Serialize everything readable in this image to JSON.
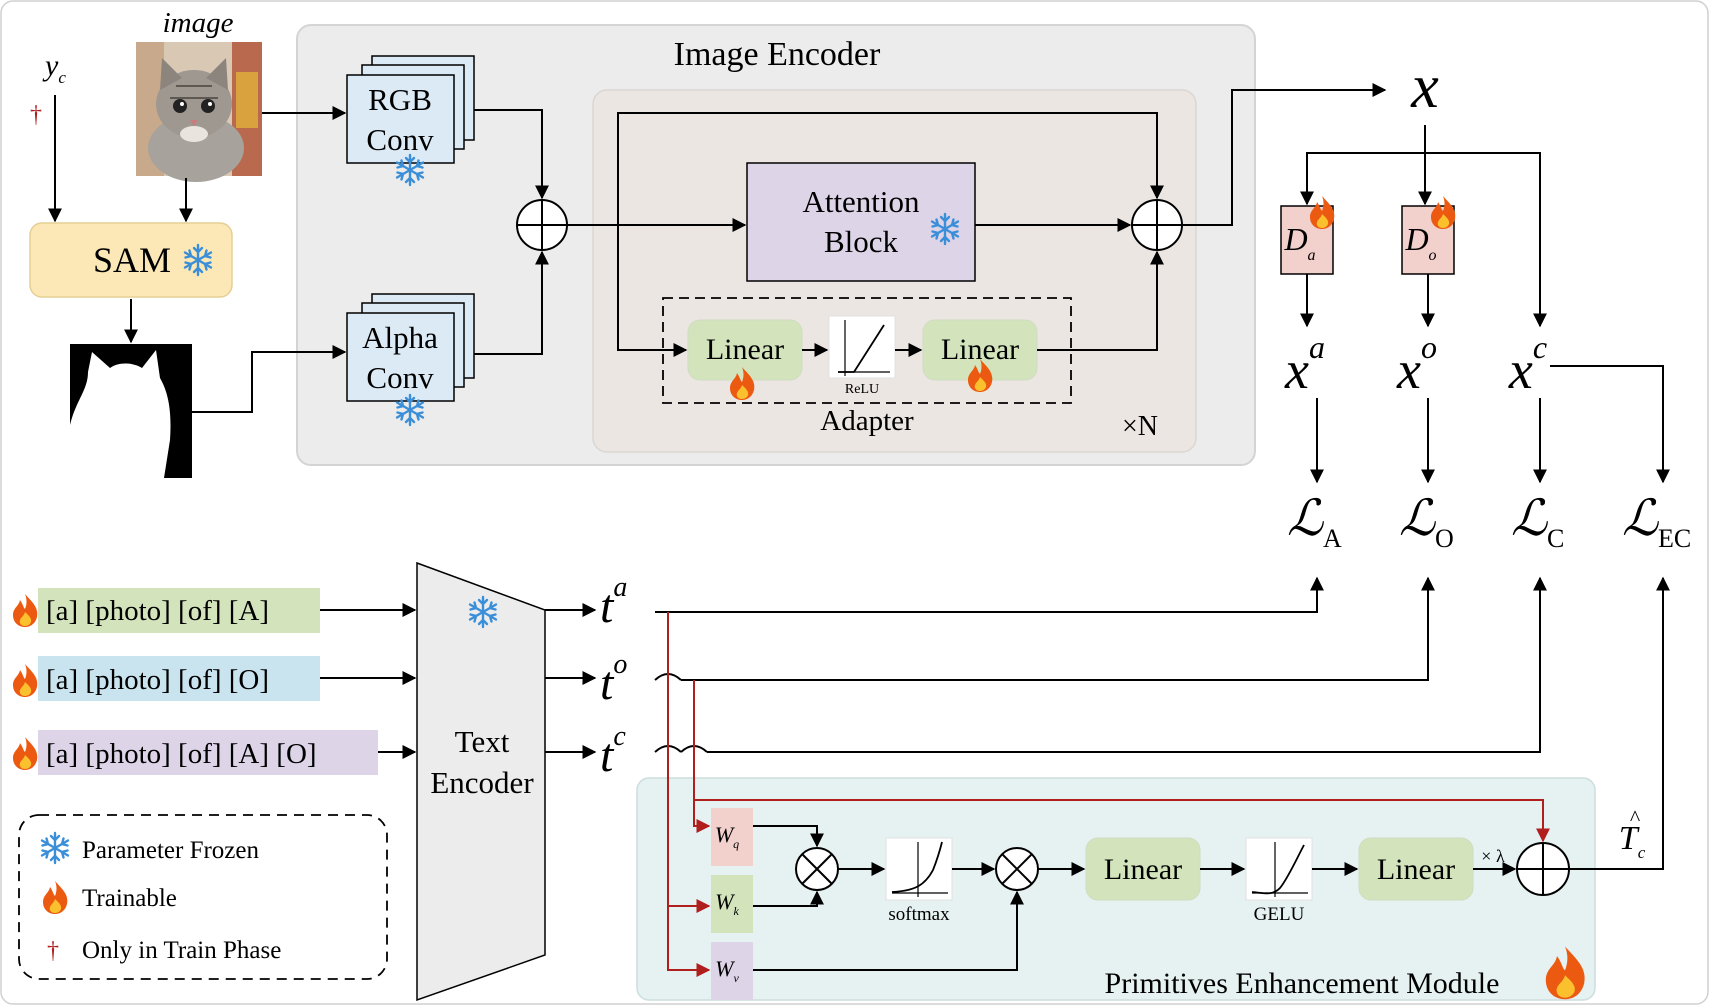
{
  "image_encoder": {
    "title": "Image Encoder",
    "rgb_conv": [
      "RGB",
      "Conv"
    ],
    "alpha_conv": [
      "Alpha",
      "Conv"
    ],
    "attention_block": [
      "Attention",
      "Block"
    ],
    "adapter_label": "Adapter",
    "linear_1": "Linear",
    "linear_2": "Linear",
    "relu_label": "ReLU",
    "repeat_label": "×N"
  },
  "inputs": {
    "y_c": "y",
    "y_c_sub": "c",
    "image_label": "image",
    "sam_label": "SAM",
    "dagger": "†"
  },
  "outputs": {
    "x": "x",
    "d_a": "D",
    "d_a_sub": "a",
    "d_o": "D",
    "d_o_sub": "o",
    "x_a": "x",
    "x_a_sup": "a",
    "x_o": "x",
    "x_o_sup": "o",
    "x_c": "x",
    "x_c_sup": "c"
  },
  "losses": {
    "l_a": "A",
    "l_o": "O",
    "l_c": "C",
    "l_ec": "EC",
    "symbol": "ℒ"
  },
  "prompts": {
    "attr": "[a] [photo] [of] [A]",
    "obj": "[a] [photo] [of] [O]",
    "comp": "[a] [photo] [of] [A] [O]"
  },
  "text_encoder": [
    "Text",
    "Encoder"
  ],
  "text_features": {
    "t_a": "t",
    "t_a_sup": "a",
    "t_o": "t",
    "t_o_sup": "o",
    "t_c": "t",
    "t_c_sup": "c"
  },
  "pem": {
    "title": "Primitives Enhancement Module",
    "w_q": "W",
    "w_q_sub": "q",
    "w_k": "W",
    "w_k_sub": "k",
    "w_v": "W",
    "w_v_sub": "v",
    "softmax_label": "softmax",
    "gelu_label": "GELU",
    "linear_1": "Linear",
    "linear_2": "Linear",
    "lambda_label": "× λ",
    "t_c_hat": "T",
    "t_c_hat_sub": "c",
    "hat": "^"
  },
  "legend": {
    "frozen": "Parameter Frozen",
    "trainable": "Trainable",
    "train_only": "Only in Train Phase"
  },
  "colors": {
    "frozen_box": "#dceaf5",
    "trainable_box": "#d3e4bd",
    "attention_box": "#ddd4e8",
    "sam_box": "#fbe8b6",
    "decoder_box": "#f2d0cc",
    "encoder_panel": "#ececec",
    "adapter_panel": "#ece6e3",
    "pem_panel": "#e6f1f1",
    "red_line": "#b01e1e",
    "snowflake": "#3b8fd9"
  }
}
